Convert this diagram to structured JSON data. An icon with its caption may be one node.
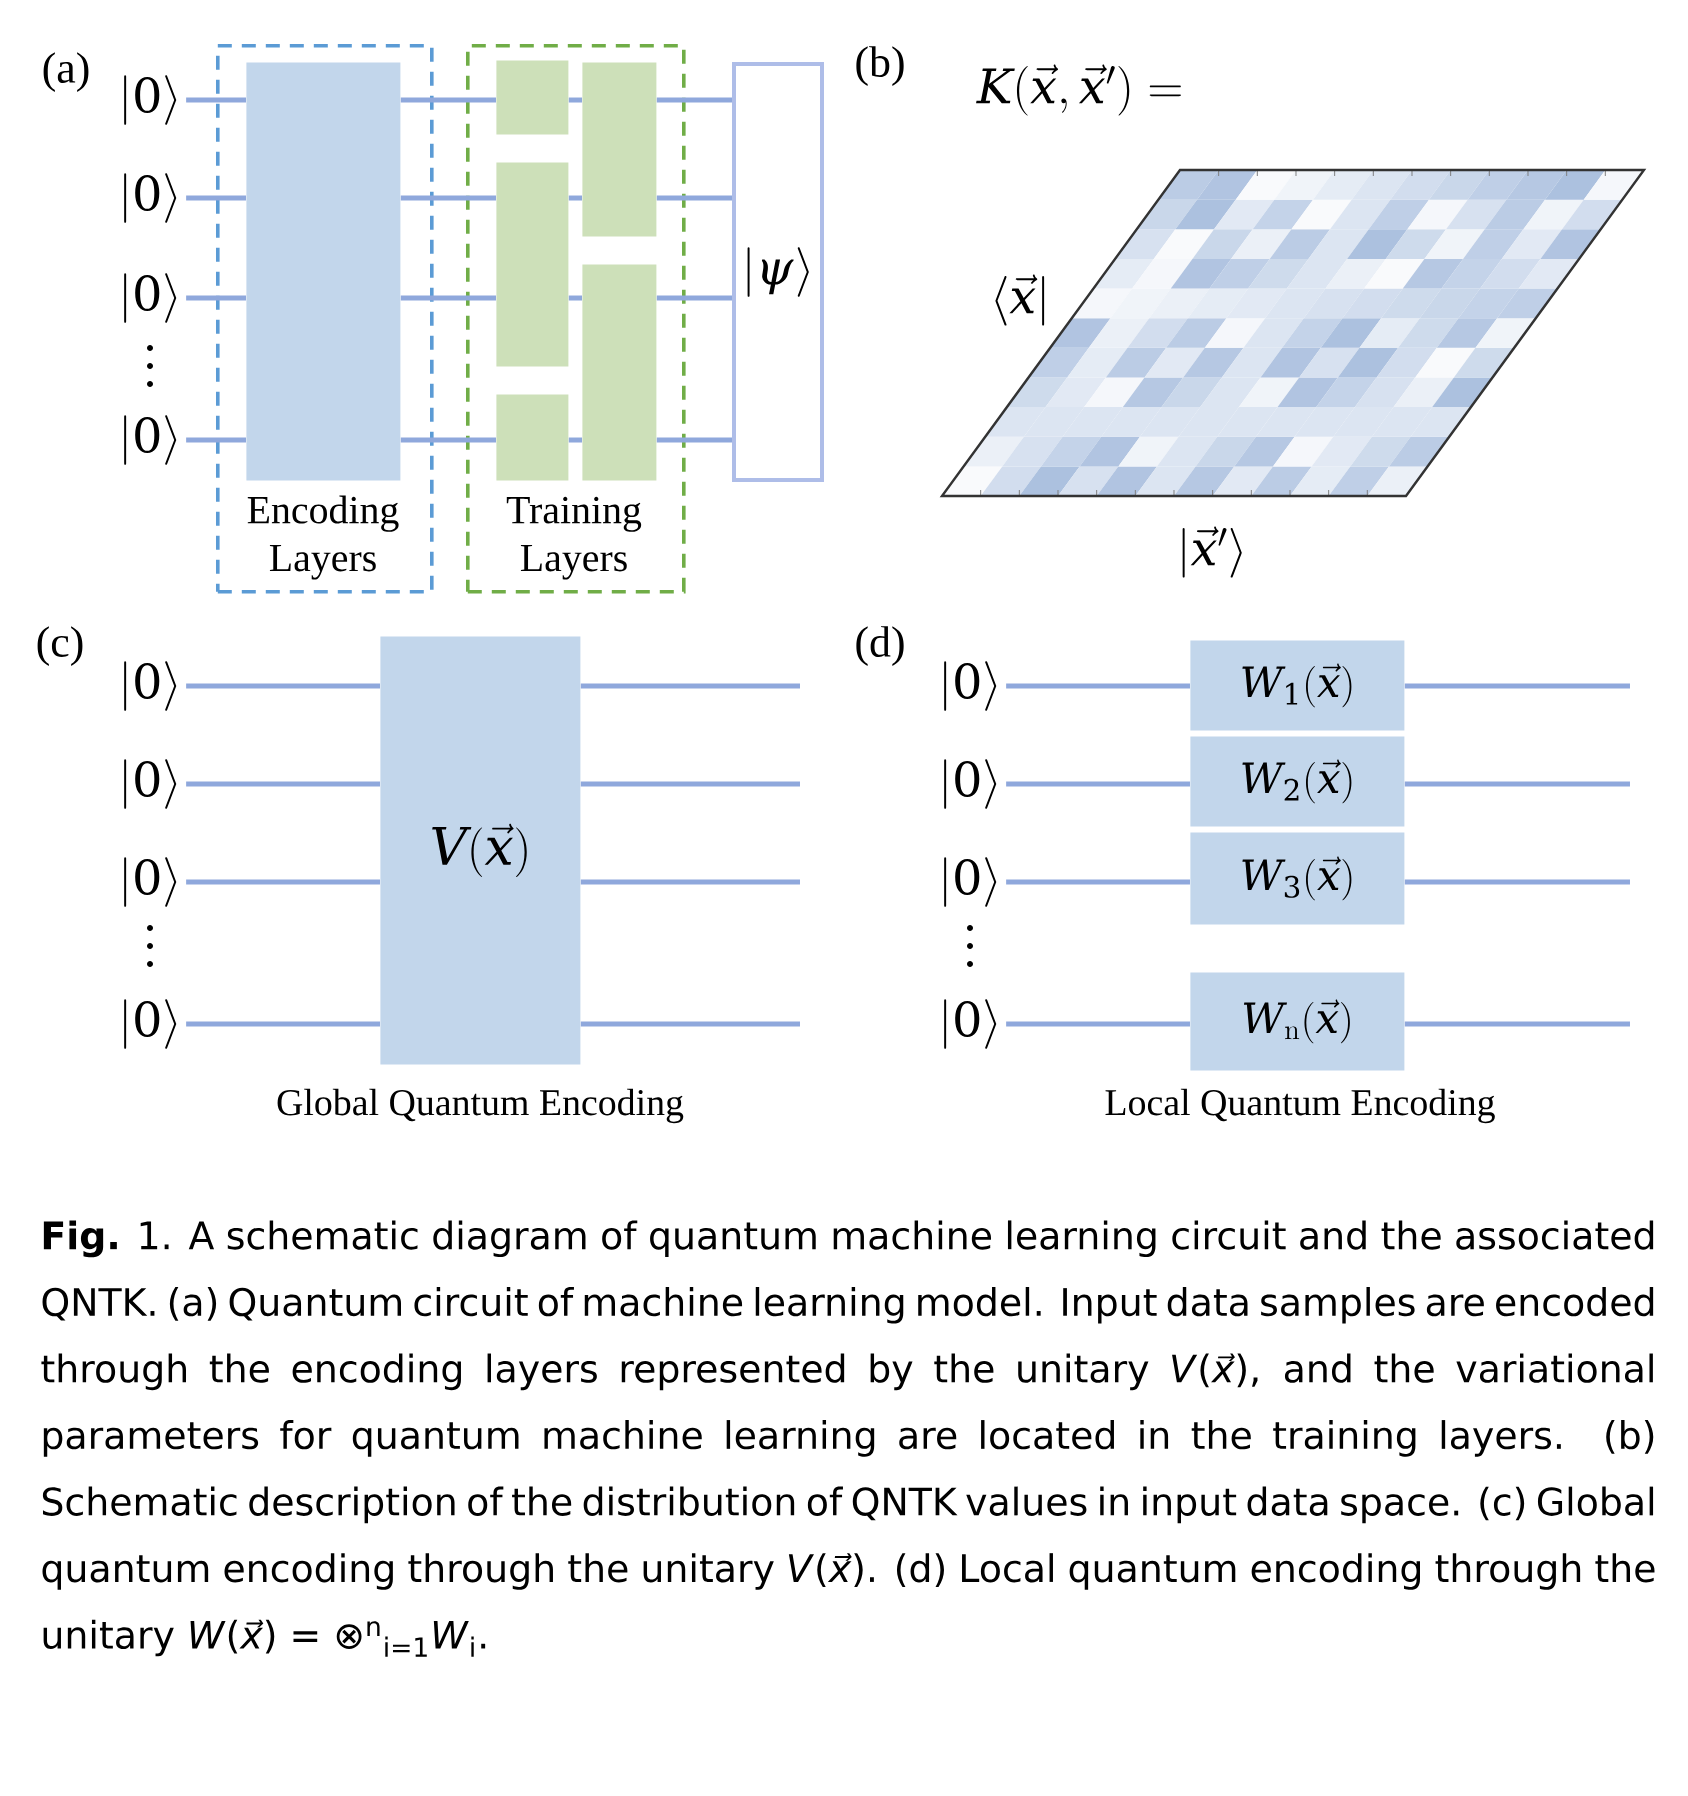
{
  "diagram": {
    "caption": "**Fig.** 1.  A schematic diagram of quantum machine learning circuit and the associated QNTK.  (a) Quantum circuit of machine learning model.  Input data samples are encoded through the encoding layers represented by the unitary *V*(*x⃗*), and the variational parameters for quantum machine learning are located in the training layers. (b) Schematic description of the distribution of QNTK values in input data space. (c) Global quantum encoding through the unitary *V*(*x⃗*). (d) Local quantum encoding through the unitary *W*(*x⃗*) = ⊗$^{n}$$_{i=1}$*W*$_{i}$.",
    "nodes": [
      {
        "text": [
          "|0\\rangle"
        ]
      },
      {
        "text": [
          "|0\\rangle"
        ]
      },
      {
        "text": [
          "|0\\rangle"
        ]
      },
      {
        "text": [
          "|0\\rangle"
        ]
      },
      {
        "text": [
          "Encoding Layers"
        ]
      },
      {
        "text": [],
        "shape": "box",
        "in": 4
      },
      {
        "text": [
          "Training Layers"
        ]
      },
      {
        "text": [],
        "shape": "box",
        "in": 6
      },
      {
        "text": [],
        "shape": "box",
        "in": 6
      },
      {
        "text": [],
        "shape": "box",
        "in": 6
      },
      {
        "text": [],
        "shape": "box",
        "in": 6
      },
      {
        "text": [],
        "shape": "box",
        "in": 6
      },
      {
        "text": [
          "|\\psi\\rangle"
        ]
      },
      {
        "text": [
          "|0\\rangle"
        ]
      },
      {
        "text": [
          "|0\\rangle"
        ]
      },
      {
        "text": [
          "|0\\rangle"
        ]
      },
      {
        "text": [
          "|0\\rangle"
        ]
      },
      {
        "text": [
          "V(\\vec{x})"
        ]
      },
      {
        "text": [
          "|0\\rangle"
        ]
      },
      {
        "text": [
          "|0\\rangle"
        ]
      },
      {
        "text": [
          "|0\\rangle"
        ]
      },
      {
        "text": [
          "|0\\rangle"
        ]
      },
      {
        "text": [
          "W_1(\\vec{x})"
        ]
      },
      {
        "text": [
          "W_2(\\vec{x})"
        ]
      },
      {
        "text": [
          "W_3(\\vec{x})"
        ]
      },
      {
        "text": [
          "W_\\mathrm{n}(\\vec{x})"
        ]
      }
    ],
    "edges": [
      {
        "from": 0,
        "to": 5,
        "arrow": "none"
      },
      {
        "from": 5,
        "to": 7,
        "arrow": "none"
      },
      {
        "from": 7,
        "to": 10,
        "arrow": "none"
      },
      {
        "from": 10,
        "to": 12,
        "arrow": "none"
      },
      {
        "from": 1,
        "to": 5,
        "arrow": "none"
      },
      {
        "from": 5,
        "to": 8,
        "arrow": "none"
      },
      {
        "from": 8,
        "to": 10,
        "arrow": "none"
      },
      {
        "from": 10,
        "to": 12,
        "arrow": "none"
      },
      {
        "from": 2,
        "to": 5,
        "arrow": "none"
      },
      {
        "from": 5,
        "to": 8,
        "arrow": "none"
      },
      {
        "from": 8,
        "to": 11,
        "arrow": "none"
      },
      {
        "from": 11,
        "to": 12,
        "arrow": "none"
      },
      {
        "from": 3,
        "to": 5,
        "arrow": "none"
      },
      {
        "from": 5,
        "to": 9,
        "arrow": "none"
      },
      {
        "from": 9,
        "to": 11,
        "arrow": "none"
      },
      {
        "from": 11,
        "to": 12,
        "arrow": "none"
      },
      {
        "from": 13,
        "to": 17,
        "arrow": "none"
      },
      {
        "from": 14,
        "to": 17,
        "arrow": "none"
      },
      {
        "from": 15,
        "to": 17,
        "arrow": "none"
      },
      {
        "from": 16,
        "to": 17,
        "arrow": "none"
      },
      {
        "from": 17,
        "to": null,
        "arrow": "none"
      },
      {
        "from": 17,
        "to": null,
        "arrow": "none"
      },
      {
        "from": 17,
        "to": null,
        "arrow": "none"
      },
      {
        "from": 17,
        "to": null,
        "arrow": "none"
      },
      {
        "from": 18,
        "to": 22,
        "arrow": "none"
      },
      {
        "from": 19,
        "to": 23,
        "arrow": "none"
      },
      {
        "from": 20,
        "to": 24,
        "arrow": "none"
      },
      {
        "from": 21,
        "to": 25,
        "arrow": "none"
      },
      {
        "from": 22,
        "to": null,
        "arrow": "none"
      },
      {
        "from": 23,
        "to": null,
        "arrow": "none"
      },
      {
        "from": 24,
        "to": null,
        "arrow": "none"
      },
      {
        "from": 25,
        "to": null,
        "arrow": "none"
      }
    ],
    "labels": [
      "(a)",
      "(b)",
      "K(\\vec{x},\\vec{x}') =",
      "\\langle\\vec{x}|",
      "|\\vec{x}'\\rangle",
      "(c)",
      "Global Quantum Encoding",
      "(d)",
      "Local Quantum Encoding"
    ]
  }
}
